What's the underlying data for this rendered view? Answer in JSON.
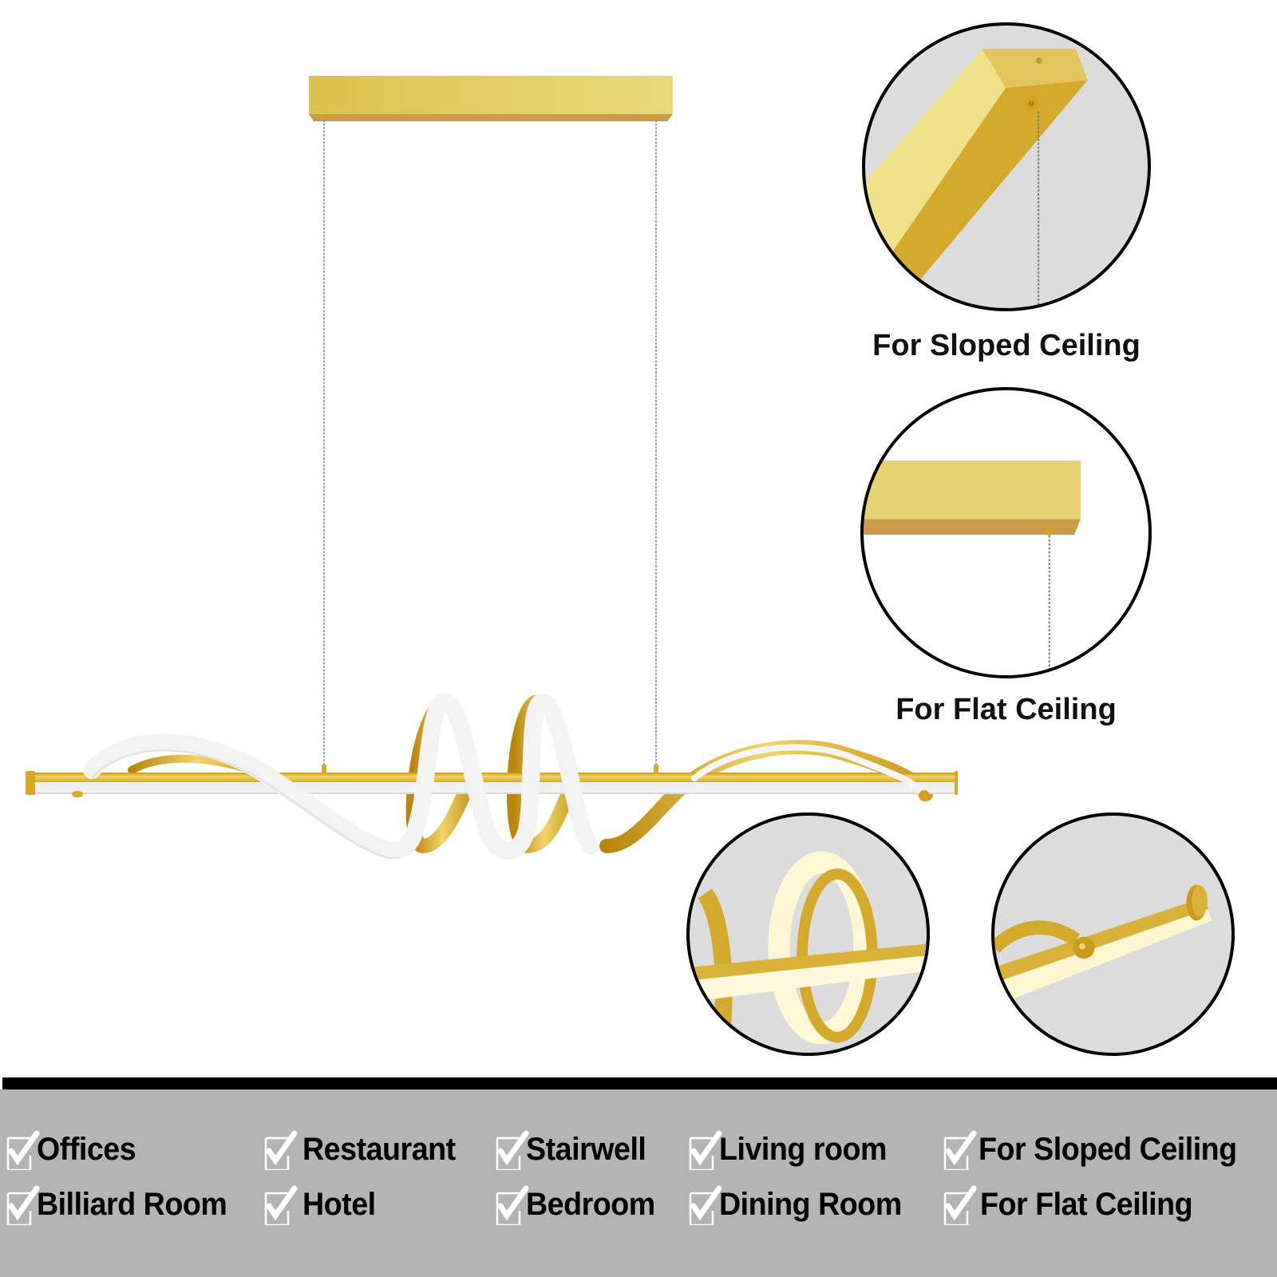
{
  "product": {
    "colors": {
      "gold_light": "#e8d66a",
      "gold": "#d4af37",
      "gold_dark": "#b8860b",
      "canopy_top": "#e3cf5f",
      "canopy_bottom": "#c89a4a",
      "led_white": "#f4f4f4",
      "detail_bg": "#dcdcdc",
      "panel_bg": "#b4b4b4",
      "divider": "#000000"
    }
  },
  "details": [
    {
      "id": "sloped",
      "label": "For Sloped Ceiling"
    },
    {
      "id": "flat",
      "label": "For Flat Ceiling"
    },
    {
      "id": "spiral-closeup",
      "label": ""
    },
    {
      "id": "end-cap-closeup",
      "label": ""
    }
  ],
  "features": {
    "icon": "checkbox-checked-icon",
    "items": [
      {
        "label": "Offices"
      },
      {
        "label": "Billiard Room"
      },
      {
        "label": "Restaurant"
      },
      {
        "label": "Hotel"
      },
      {
        "label": "Stairwell"
      },
      {
        "label": "Bedroom"
      },
      {
        "label": "Living room"
      },
      {
        "label": "Dining Room"
      },
      {
        "label": "For Sloped Ceiling"
      },
      {
        "label": "For Flat Ceiling"
      }
    ]
  }
}
